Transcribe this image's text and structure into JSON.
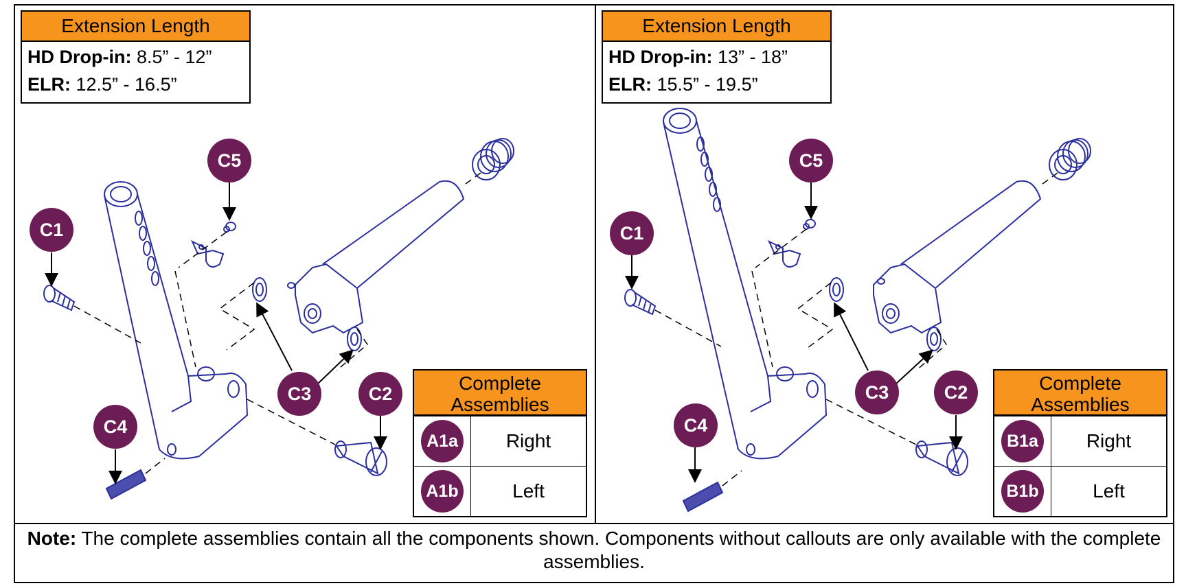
{
  "panels": [
    {
      "extension": {
        "title": "Extension Length",
        "hd_label": "HD Drop-in:",
        "hd_value": " 8.5” - 12”",
        "elr_label": "ELR:",
        "elr_value": " 12.5” - 16.5”"
      },
      "callouts": [
        "C1",
        "C2",
        "C3",
        "C4",
        "C5"
      ],
      "assemblies": {
        "title_line1": "Complete",
        "title_line2": "Assemblies",
        "rows": [
          {
            "code": "A1a",
            "side": "Right"
          },
          {
            "code": "A1b",
            "side": "Left"
          }
        ]
      }
    },
    {
      "extension": {
        "title": "Extension Length",
        "hd_label": "HD Drop-in:",
        "hd_value": " 13” - 18”",
        "elr_label": "ELR:",
        "elr_value": " 15.5” - 19.5”"
      },
      "callouts": [
        "C1",
        "C2",
        "C3",
        "C4",
        "C5"
      ],
      "assemblies": {
        "title_line1": "Complete",
        "title_line2": "Assemblies",
        "rows": [
          {
            "code": "B1a",
            "side": "Right"
          },
          {
            "code": "B1b",
            "side": "Left"
          }
        ]
      }
    }
  ],
  "note": {
    "label": "Note:",
    "text": " The complete assemblies contain all the components shown. Components without callouts are only available with the complete assemblies."
  },
  "colors": {
    "header_orange": "#f7941d",
    "callout_purple": "#6d1d55",
    "line_art_blue": "#2b2f9e"
  }
}
